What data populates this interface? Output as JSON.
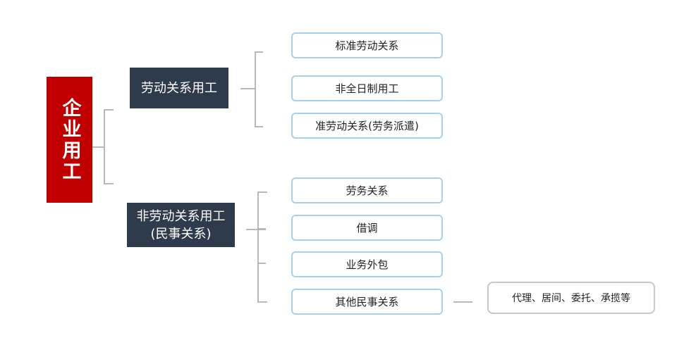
{
  "root": {
    "label": "企业用工"
  },
  "categories": [
    {
      "label": "劳动关系用工",
      "items": [
        "标准劳动关系",
        "非全日制用工",
        "准劳动关系(劳务派遣)"
      ]
    },
    {
      "label": "非劳动关系用工(民事关系)",
      "items": [
        "劳务关系",
        "借调",
        "业务外包",
        "其他民事关系"
      ]
    }
  ],
  "note": {
    "label": "代理、居间、委托、承揽等"
  },
  "colors": {
    "root_fill": "#c00000",
    "category_fill": "#2e3b4c",
    "leaf_border": "#a8d0ee",
    "note_border": "#c8c8c8",
    "connector": "#b8b8b8"
  }
}
